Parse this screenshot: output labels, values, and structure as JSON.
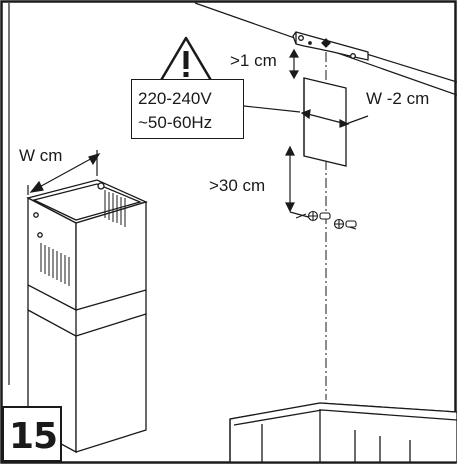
{
  "labels": {
    "gap_top": ">1 cm",
    "width": "W -2 cm",
    "gap_bottom": ">30 cm",
    "chimney_width": "W cm"
  },
  "voltage": {
    "line1": "220-240V",
    "line2": "~50-60Hz"
  },
  "step_number": "15",
  "icons": [
    "warning-triangle-icon"
  ]
}
